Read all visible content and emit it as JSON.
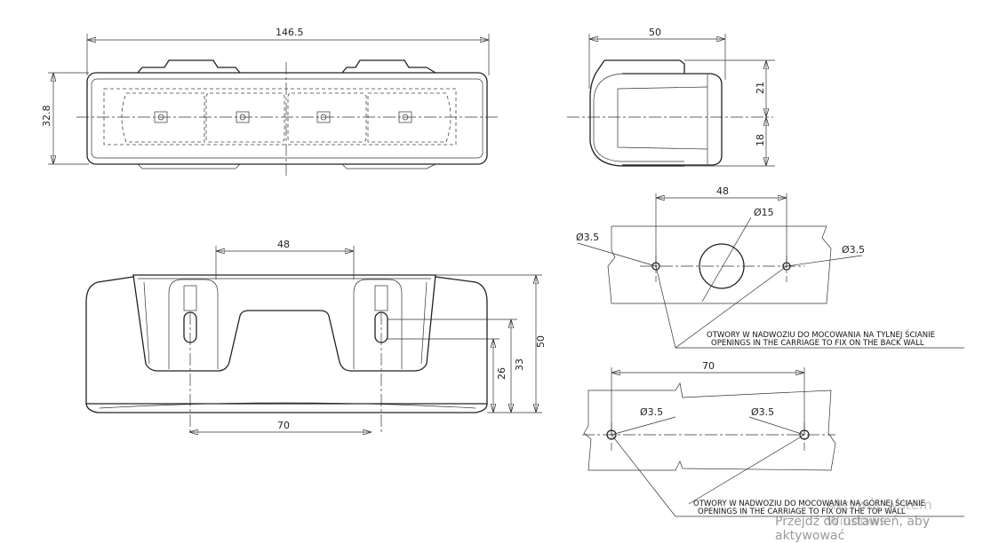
{
  "drawing": {
    "top_view": {
      "width_dim": "146.5",
      "height_dim": "32.8"
    },
    "side_view": {
      "depth_dim": "50",
      "upper_dim": "21",
      "lower_dim": "18"
    },
    "front_view": {
      "tab_spacing_dim": "48",
      "hole_spacing_dim": "70",
      "height_dim": "50",
      "slot_top_dim": "33",
      "slot_bottom_dim": "26"
    },
    "back_wall_holes": {
      "spacing_dim": "48",
      "left_hole": "Ø3.5",
      "center_hole": "Ø15",
      "right_hole": "Ø3.5",
      "note_pl": "OTWORY W NADWOZIU DO MOCOWANIA NA TYLNEJ ŚCIANIE",
      "note_en": "OPENINGS IN THE CARRIAGE TO FIX ON THE BACK WALL"
    },
    "top_wall_holes": {
      "spacing_dim": "70",
      "left_hole": "Ø3.5",
      "right_hole": "Ø3.5",
      "note_pl": "OTWORY W NADWOZIU DO MOCOWANIA NA GÓRNEJ ŚCIANIE",
      "note_en": "OPENINGS IN THE CARRIAGE TO FIX ON THE TOP WALL"
    }
  },
  "watermark": {
    "line1": "Aktywuj system Windows",
    "line2": "Przejdź do ustawień, aby aktywować"
  }
}
